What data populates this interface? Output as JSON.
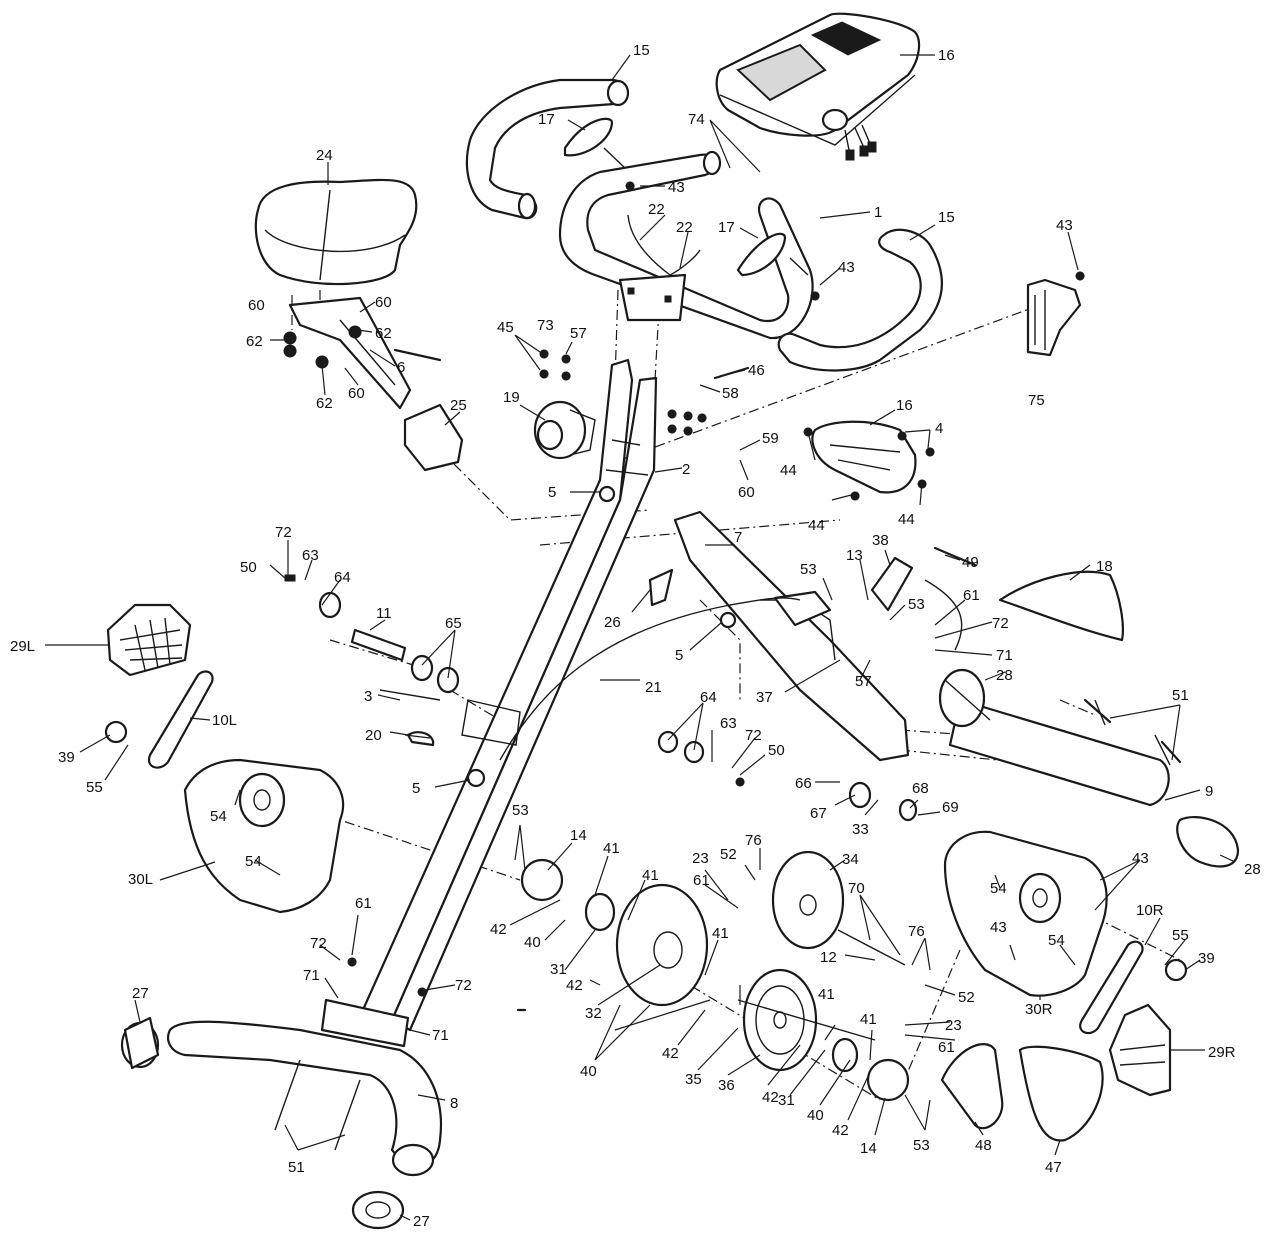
{
  "labels": [
    {
      "id": "p15a",
      "text": "15"
    },
    {
      "id": "p16a",
      "text": "16"
    },
    {
      "id": "p24",
      "text": "24"
    },
    {
      "id": "p17a",
      "text": "17"
    },
    {
      "id": "p74",
      "text": "74"
    },
    {
      "id": "p43a",
      "text": "43"
    },
    {
      "id": "p1",
      "text": "1"
    },
    {
      "id": "p22a",
      "text": "22"
    },
    {
      "id": "p22b",
      "text": "22"
    },
    {
      "id": "p17b",
      "text": "17"
    },
    {
      "id": "p43b",
      "text": "43"
    },
    {
      "id": "p15b",
      "text": "15"
    },
    {
      "id": "p43c",
      "text": "43"
    },
    {
      "id": "p75",
      "text": "75"
    },
    {
      "id": "p60a",
      "text": "60"
    },
    {
      "id": "p62a",
      "text": "62"
    },
    {
      "id": "p60b",
      "text": "60"
    },
    {
      "id": "p62b",
      "text": "62"
    },
    {
      "id": "p6",
      "text": "6"
    },
    {
      "id": "p62c",
      "text": "62"
    },
    {
      "id": "p60c",
      "text": "60"
    },
    {
      "id": "p25",
      "text": "25"
    },
    {
      "id": "p45",
      "text": "45"
    },
    {
      "id": "p73",
      "text": "73"
    },
    {
      "id": "p57a",
      "text": "57"
    },
    {
      "id": "p46",
      "text": "46"
    },
    {
      "id": "p58",
      "text": "58"
    },
    {
      "id": "p19",
      "text": "19"
    },
    {
      "id": "p16b",
      "text": "16"
    },
    {
      "id": "p4",
      "text": "4"
    },
    {
      "id": "p59",
      "text": "59"
    },
    {
      "id": "p2",
      "text": "2"
    },
    {
      "id": "p60d",
      "text": "60"
    },
    {
      "id": "p44a",
      "text": "44"
    },
    {
      "id": "p44b",
      "text": "44"
    },
    {
      "id": "p44c",
      "text": "44"
    },
    {
      "id": "p5a",
      "text": "5"
    },
    {
      "id": "p7",
      "text": "7"
    },
    {
      "id": "p38",
      "text": "38"
    },
    {
      "id": "p49",
      "text": "49"
    },
    {
      "id": "p18",
      "text": "18"
    },
    {
      "id": "p53a",
      "text": "53"
    },
    {
      "id": "p13",
      "text": "13"
    },
    {
      "id": "p53b",
      "text": "53"
    },
    {
      "id": "p61a",
      "text": "61"
    },
    {
      "id": "p72a",
      "text": "72"
    },
    {
      "id": "p71a",
      "text": "71"
    },
    {
      "id": "p28a",
      "text": "28"
    },
    {
      "id": "p72b",
      "text": "72"
    },
    {
      "id": "p50a",
      "text": "50"
    },
    {
      "id": "p63a",
      "text": "63"
    },
    {
      "id": "p64a",
      "text": "64"
    },
    {
      "id": "p26",
      "text": "26"
    },
    {
      "id": "p5b",
      "text": "5"
    },
    {
      "id": "p11",
      "text": "11"
    },
    {
      "id": "p65",
      "text": "65"
    },
    {
      "id": "p29L",
      "text": "29L"
    },
    {
      "id": "p10L",
      "text": "10L"
    },
    {
      "id": "p3",
      "text": "3"
    },
    {
      "id": "p21",
      "text": "21"
    },
    {
      "id": "p37",
      "text": "37"
    },
    {
      "id": "p57b",
      "text": "57"
    },
    {
      "id": "p51a",
      "text": "51"
    },
    {
      "id": "p20",
      "text": "20"
    },
    {
      "id": "p39a",
      "text": "39"
    },
    {
      "id": "p55a",
      "text": "55"
    },
    {
      "id": "p64b",
      "text": "64"
    },
    {
      "id": "p63b",
      "text": "63"
    },
    {
      "id": "p72c",
      "text": "72"
    },
    {
      "id": "p50b",
      "text": "50"
    },
    {
      "id": "p5c",
      "text": "5"
    },
    {
      "id": "p66",
      "text": "66"
    },
    {
      "id": "p68",
      "text": "68"
    },
    {
      "id": "p67",
      "text": "67"
    },
    {
      "id": "p33",
      "text": "33"
    },
    {
      "id": "p69",
      "text": "69"
    },
    {
      "id": "p9",
      "text": "9"
    },
    {
      "id": "p54a",
      "text": "54"
    },
    {
      "id": "p53c",
      "text": "53"
    },
    {
      "id": "p14a",
      "text": "14"
    },
    {
      "id": "p41a",
      "text": "41"
    },
    {
      "id": "p30L",
      "text": "30L"
    },
    {
      "id": "p54b",
      "text": "54"
    },
    {
      "id": "p23a",
      "text": "23"
    },
    {
      "id": "p52a",
      "text": "52"
    },
    {
      "id": "p76a",
      "text": "76"
    },
    {
      "id": "p34",
      "text": "34"
    },
    {
      "id": "p28b",
      "text": "28"
    },
    {
      "id": "p43d",
      "text": "43"
    },
    {
      "id": "p41b",
      "text": "41"
    },
    {
      "id": "p61b",
      "text": "61"
    },
    {
      "id": "p54c",
      "text": "54"
    },
    {
      "id": "p70",
      "text": "70"
    },
    {
      "id": "p42a",
      "text": "42"
    },
    {
      "id": "p40a",
      "text": "40"
    },
    {
      "id": "p31a",
      "text": "31"
    },
    {
      "id": "p41c",
      "text": "41"
    },
    {
      "id": "p12",
      "text": "12"
    },
    {
      "id": "p76b",
      "text": "76"
    },
    {
      "id": "p43e",
      "text": "43"
    },
    {
      "id": "p10R",
      "text": "10R"
    },
    {
      "id": "p55b",
      "text": "55"
    },
    {
      "id": "p54d",
      "text": "54"
    },
    {
      "id": "p39b",
      "text": "39"
    },
    {
      "id": "p61c",
      "text": "61"
    },
    {
      "id": "p72d",
      "text": "72"
    },
    {
      "id": "p27a",
      "text": "27"
    },
    {
      "id": "p72e",
      "text": "72"
    },
    {
      "id": "p71b",
      "text": "71"
    },
    {
      "id": "p71c",
      "text": "71"
    },
    {
      "id": "p42b",
      "text": "42"
    },
    {
      "id": "p32",
      "text": "32"
    },
    {
      "id": "p41d",
      "text": "41"
    },
    {
      "id": "p52b",
      "text": "52"
    },
    {
      "id": "p30R",
      "text": "30R"
    },
    {
      "id": "p23b",
      "text": "23"
    },
    {
      "id": "p61d",
      "text": "61"
    },
    {
      "id": "p41e",
      "text": "41"
    },
    {
      "id": "p29R",
      "text": "29R"
    },
    {
      "id": "p8",
      "text": "8"
    },
    {
      "id": "p42c",
      "text": "42"
    },
    {
      "id": "p35",
      "text": "35"
    },
    {
      "id": "p40b",
      "text": "40"
    },
    {
      "id": "p36",
      "text": "36"
    },
    {
      "id": "p42d",
      "text": "42"
    },
    {
      "id": "p31b",
      "text": "31"
    },
    {
      "id": "p40c",
      "text": "40"
    },
    {
      "id": "p42e",
      "text": "42"
    },
    {
      "id": "p14b",
      "text": "14"
    },
    {
      "id": "p53d",
      "text": "53"
    },
    {
      "id": "p48",
      "text": "48"
    },
    {
      "id": "p47",
      "text": "47"
    },
    {
      "id": "p51b",
      "text": "51"
    },
    {
      "id": "p27b",
      "text": "27"
    }
  ]
}
